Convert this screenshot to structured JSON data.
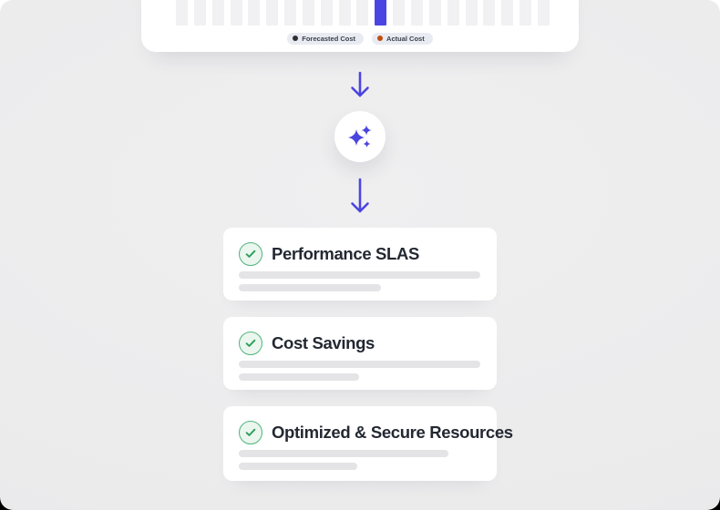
{
  "canvas": {
    "background": "#EDEDEE"
  },
  "colors": {
    "indigo": "#4B45E0",
    "title_text": "#232832",
    "skeleton": "#E4E4E7",
    "green": "#2C9D5B",
    "green_border": "#52B47D",
    "green_bg": "#EAF6EE",
    "card_background": "#FFFFFF"
  },
  "chart_data": {
    "type": "bar",
    "bar_count": 21,
    "highlighted_bar_index": 11,
    "bar_color": "#F1F1F3",
    "highlight_color": "#4A45E2",
    "axes_visible": false,
    "grid": false,
    "legend_position": "bottom",
    "legend": [
      {
        "label": "Forecasted Cost",
        "color": "#2E2E33"
      },
      {
        "label": "Actual Cost",
        "color": "#C14E0E"
      }
    ]
  },
  "ai_step": {
    "icon": "sparkles-icon",
    "color": "#4B45E0"
  },
  "result_cards": [
    {
      "title": "Performance SLAS",
      "icon": "check-circle-icon",
      "line_widths": [
        265,
        156
      ]
    },
    {
      "title": "Cost Savings",
      "icon": "check-circle-icon",
      "line_widths": [
        265,
        132
      ]
    },
    {
      "title": "Optimized & Secure Resources",
      "icon": "check-circle-icon",
      "line_widths": [
        230,
        130
      ]
    }
  ]
}
